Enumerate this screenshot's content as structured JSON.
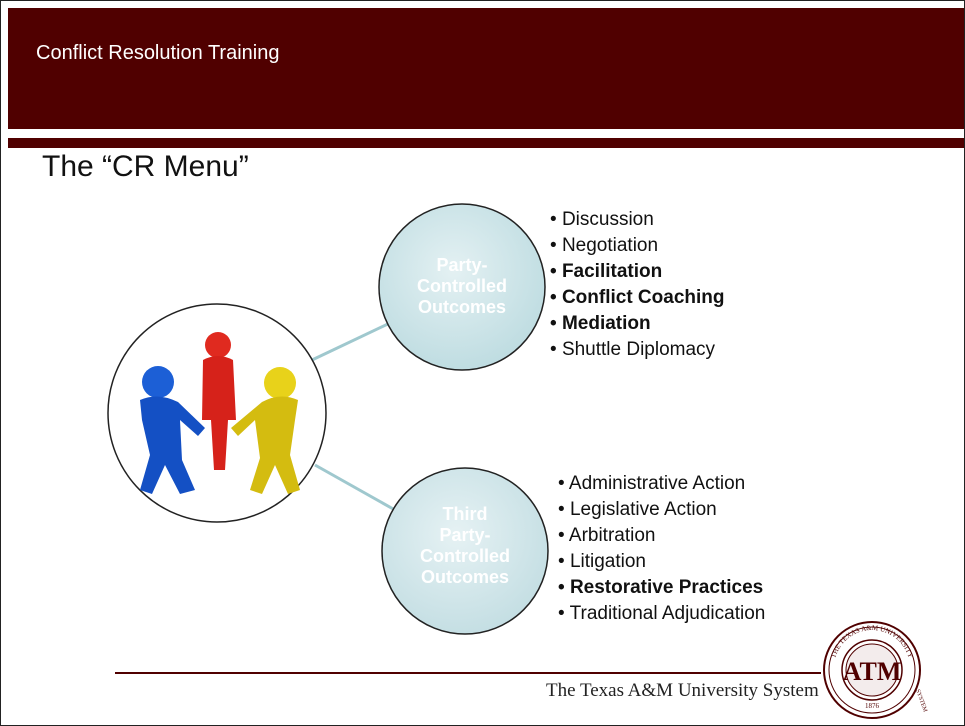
{
  "header": {
    "title": "Conflict Resolution Training"
  },
  "slide": {
    "title": "The “CR Menu”"
  },
  "bubbles": {
    "party": {
      "lines": [
        "Party-",
        "Controlled",
        "Outcomes"
      ]
    },
    "third": {
      "lines": [
        "Third",
        "Party-",
        "Controlled",
        "Outcomes"
      ]
    }
  },
  "party_items": [
    {
      "label": "Discussion",
      "bold": false
    },
    {
      "label": "Negotiation",
      "bold": false
    },
    {
      "label": "Facilitation",
      "bold": true
    },
    {
      "label": "Conflict Coaching",
      "bold": true
    },
    {
      "label": "Mediation",
      "bold": true
    },
    {
      "label": "Shuttle Diplomacy",
      "bold": false
    }
  ],
  "third_items": [
    {
      "label": "Administrative Action",
      "bold": false
    },
    {
      "label": "Legislative Action",
      "bold": false
    },
    {
      "label": "Arbitration",
      "bold": false
    },
    {
      "label": "Litigation",
      "bold": false
    },
    {
      "label": "Restorative Practices",
      "bold": true
    },
    {
      "label": "Traditional Adjudication",
      "bold": false
    }
  ],
  "footer": {
    "org": "The Texas A&M University System",
    "seal_top": "THE TEXAS A&M UNIVERSITY",
    "seal_right": "SYSTEM",
    "seal_year": "1876",
    "seal_mark": "ATM"
  },
  "colors": {
    "maroon": "#500000",
    "bubble": "#cfe6ea",
    "connector": "#9fc8ce"
  }
}
